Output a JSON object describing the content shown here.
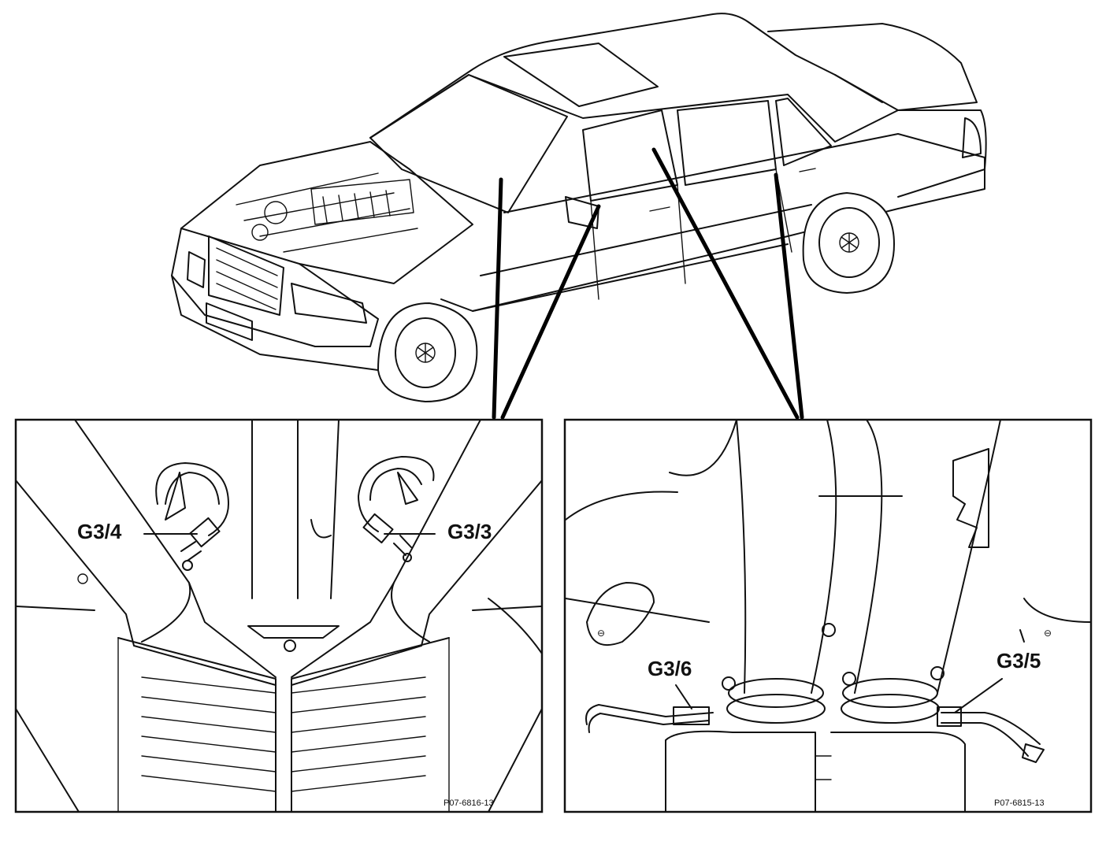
{
  "diagram": {
    "panels": [
      {
        "id": "left",
        "labels": [
          "G3/4",
          "G3/3"
        ],
        "figure_ref": "P07-6816-13"
      },
      {
        "id": "right",
        "labels": [
          "G3/6",
          "G3/5"
        ],
        "figure_ref": "P07-6815-13"
      }
    ]
  }
}
